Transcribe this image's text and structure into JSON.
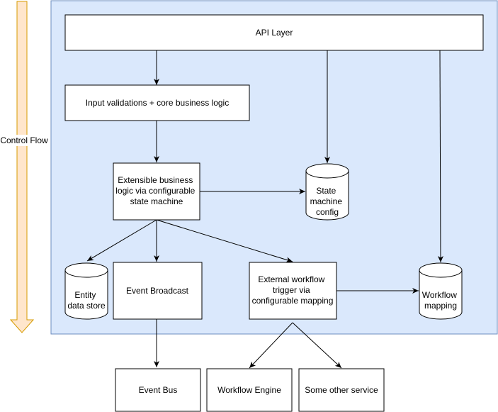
{
  "control_flow": {
    "label": "Control Flow"
  },
  "nodes": {
    "api_layer": {
      "label": [
        "API Layer"
      ]
    },
    "input_validation": {
      "label": [
        "Input validations + core business logic"
      ]
    },
    "extensible_logic": {
      "label": [
        "Extensible business",
        "logic via configurable",
        "state machine"
      ]
    },
    "state_machine_config": {
      "label": [
        "State",
        "machine",
        "config"
      ]
    },
    "entity_store": {
      "label": [
        "Entity",
        "data store"
      ]
    },
    "event_broadcast": {
      "label": [
        "Event Broadcast"
      ]
    },
    "external_trigger": {
      "label": [
        "External workflow",
        "trigger via",
        "configurable mapping"
      ]
    },
    "workflow_mapping": {
      "label": [
        "Workflow",
        "mapping"
      ]
    },
    "event_bus": {
      "label": [
        "Event Bus"
      ]
    },
    "workflow_engine": {
      "label": [
        "Workflow Engine"
      ]
    },
    "other_service": {
      "label": [
        "Some other service"
      ]
    }
  },
  "colors": {
    "container_fill": "#dae8fc",
    "container_stroke": "#6c8ebf",
    "arrow_fill": "#ffe6cc",
    "arrow_stroke": "#d79b00",
    "box_fill": "#ffffff",
    "line": "#000000"
  }
}
